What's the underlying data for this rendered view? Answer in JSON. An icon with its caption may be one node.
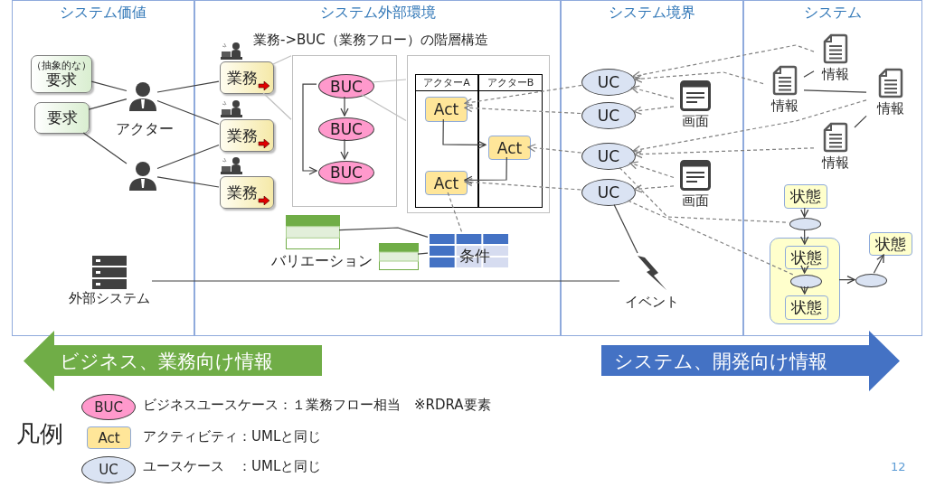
{
  "diagram": {
    "nodes": [
      {
        "text": [
          "システム価値"
        ]
      },
      {
        "text": [
          "システム外部環境"
        ]
      },
      {
        "text": [
          "システム境界"
        ]
      },
      {
        "text": [
          "システム"
        ]
      },
      {
        "text": [
          "（抽象的な）",
          "要求"
        ],
        "in": 0
      },
      {
        "text": [
          "要求"
        ],
        "in": 0
      },
      {
        "text": [],
        "shape": "person",
        "in": 0
      },
      {
        "text": [],
        "shape": "person",
        "in": 0
      },
      {
        "text": [
          "業務"
        ],
        "in": 1
      },
      {
        "text": [
          "業務"
        ],
        "in": 1
      },
      {
        "text": [
          "業務"
        ],
        "in": 1
      },
      {
        "text": [],
        "shape": "box",
        "in": 1
      },
      {
        "text": [
          "BUC"
        ],
        "in": 11
      },
      {
        "text": [
          "BUC"
        ],
        "in": 11
      },
      {
        "text": [
          "BUC"
        ],
        "in": 11
      },
      {
        "text": [],
        "shape": "box",
        "in": 1
      },
      {
        "text": [
          "アクターA"
        ],
        "in": 15
      },
      {
        "text": [
          "アクターB"
        ],
        "in": 15
      },
      {
        "text": [
          "Act"
        ],
        "in": 16
      },
      {
        "text": [
          "Act"
        ],
        "in": 17
      },
      {
        "text": [
          "Act"
        ],
        "in": 16
      },
      {
        "text": [],
        "shape": "table",
        "in": 1
      },
      {
        "text": [],
        "shape": "table",
        "in": 1
      },
      {
        "text": [
          "条件"
        ],
        "in": 1
      },
      {
        "text": [
          "外部システム"
        ],
        "in": 0
      },
      {
        "text": [
          "UC"
        ],
        "in": 2
      },
      {
        "text": [
          "UC"
        ],
        "in": 2
      },
      {
        "text": [
          "UC"
        ],
        "in": 2
      },
      {
        "text": [
          "UC"
        ],
        "in": 2
      },
      {
        "text": [
          "画面"
        ],
        "in": 2
      },
      {
        "text": [
          "画面"
        ],
        "in": 2
      },
      {
        "text": [
          "イベント"
        ],
        "in": 2
      },
      {
        "text": [
          "情報"
        ],
        "in": 3
      },
      {
        "text": [
          "情報"
        ],
        "in": 3
      },
      {
        "text": [
          "情報"
        ],
        "in": 3
      },
      {
        "text": [
          "情報"
        ],
        "in": 3
      },
      {
        "text": [
          "状態"
        ],
        "in": 3
      },
      {
        "text": [],
        "shape": "ellipse",
        "in": 3
      },
      {
        "text": [],
        "shape": "box",
        "in": 3
      },
      {
        "text": [
          "状態"
        ],
        "in": 38
      },
      {
        "text": [],
        "shape": "ellipse",
        "in": 38
      },
      {
        "text": [
          "状態"
        ],
        "in": 38
      },
      {
        "text": [],
        "shape": "ellipse",
        "in": 3
      },
      {
        "text": [
          "状態"
        ],
        "in": 3
      },
      {
        "text": [
          "ビジネス、業務向け情報"
        ]
      },
      {
        "text": [
          "システム、開発向け情報"
        ]
      }
    ],
    "edges": [
      {
        "from": 4,
        "to": 6,
        "arrow": "none"
      },
      {
        "from": 5,
        "to": 6,
        "arrow": "none"
      },
      {
        "from": 5,
        "to": 7,
        "arrow": "none"
      },
      {
        "from": 6,
        "to": 8,
        "arrow": "none"
      },
      {
        "from": 6,
        "to": 9,
        "arrow": "none"
      },
      {
        "from": 7,
        "to": 9,
        "arrow": "none"
      },
      {
        "from": 7,
        "to": 10,
        "arrow": "none"
      },
      {
        "from": 8,
        "to": 11,
        "arrow": "none",
        "color": "#bfbfbf"
      },
      {
        "from": 12,
        "to": 15,
        "arrow": "none",
        "color": "#bfbfbf"
      },
      {
        "from": 12,
        "to": 13,
        "arrow": "to"
      },
      {
        "from": 13,
        "to": 14,
        "arrow": "to"
      },
      {
        "from": 12,
        "to": 14,
        "arrow": "to"
      },
      {
        "from": 18,
        "to": 19,
        "arrow": "to"
      },
      {
        "from": 19,
        "to": 20,
        "arrow": "to"
      },
      {
        "from": 21,
        "to": 23,
        "arrow": "none"
      },
      {
        "from": 22,
        "to": 23,
        "arrow": "none"
      },
      {
        "from": 20,
        "to": 23,
        "arrow": "none",
        "style": "dashed",
        "color": "#808080"
      },
      {
        "from": 24,
        "to": 31,
        "arrow": "none"
      },
      {
        "from": 28,
        "to": 31,
        "arrow": "none"
      },
      {
        "from": 25,
        "to": 18,
        "arrow": "to",
        "style": "dashed",
        "color": "#808080"
      },
      {
        "from": 26,
        "to": 18,
        "arrow": "to",
        "style": "dashed",
        "color": "#808080"
      },
      {
        "from": 27,
        "to": 19,
        "arrow": "to",
        "style": "dashed",
        "color": "#808080"
      },
      {
        "from": 28,
        "to": 20,
        "arrow": "to",
        "style": "dashed",
        "color": "#808080"
      },
      {
        "from": 32,
        "to": 25,
        "arrow": "to",
        "style": "dashed",
        "color": "#808080"
      },
      {
        "from": 33,
        "to": 25,
        "arrow": "to",
        "style": "dashed",
        "color": "#808080"
      },
      {
        "from": 29,
        "to": 25,
        "arrow": "to",
        "style": "dashed",
        "color": "#808080"
      },
      {
        "from": 29,
        "to": 26,
        "arrow": "to",
        "style": "dashed",
        "color": "#808080"
      },
      {
        "from": 34,
        "to": 27,
        "arrow": "to",
        "style": "dashed",
        "color": "#808080"
      },
      {
        "from": 35,
        "to": 27,
        "arrow": "to",
        "style": "dashed",
        "color": "#808080"
      },
      {
        "from": 30,
        "to": 27,
        "arrow": "to",
        "style": "dashed",
        "color": "#808080"
      },
      {
        "from": 30,
        "to": 28,
        "arrow": "to",
        "style": "dashed",
        "color": "#808080"
      },
      {
        "from": 32,
        "to": 33,
        "arrow": "none"
      },
      {
        "from": 33,
        "to": 34,
        "arrow": "none"
      },
      {
        "from": 34,
        "to": 35,
        "arrow": "none"
      },
      {
        "from": 27,
        "to": 37,
        "arrow": "none",
        "style": "dashed",
        "color": "#808080"
      },
      {
        "from": 28,
        "to": 40,
        "arrow": "none",
        "style": "dashed",
        "color": "#808080"
      },
      {
        "from": 36,
        "to": 37,
        "arrow": "to"
      },
      {
        "from": 37,
        "to": 39,
        "arrow": "to"
      },
      {
        "from": 39,
        "to": 40,
        "arrow": "to"
      },
      {
        "from": 40,
        "to": 41,
        "arrow": "to"
      },
      {
        "from": 38,
        "to": 42,
        "arrow": "to"
      },
      {
        "from": 42,
        "to": 43,
        "arrow": "to"
      },
      {
        "from": 8,
        "to": 11,
        "arrow": "none",
        "color": "#bfbfbf"
      },
      {
        "from": 12,
        "to": 15,
        "arrow": "none",
        "color": "#bfbfbf"
      }
    ],
    "labels": [
      "業務->BUC（業務フロー）の階層構造",
      "アクター",
      "バリエーション",
      "凡例",
      "BUC",
      "Act",
      "UC",
      "12"
    ],
    "legend": [
      {
        "text": "ビジネスユースケース：１業務フロー相当　※RDRA要素",
        "color": "#ff99cc"
      },
      {
        "text": "アクティビティ：UMLと同じ",
        "color": "#ffe699"
      },
      {
        "text": "ユースケース　：UMLと同じ",
        "color": "#dae3f3"
      }
    ]
  }
}
